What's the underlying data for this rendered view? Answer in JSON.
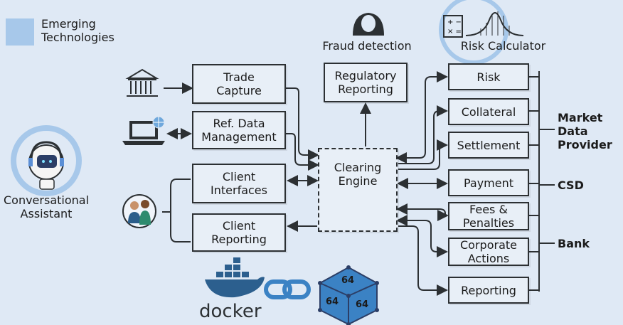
{
  "legend": {
    "label": "Emerging\nTechnologies",
    "swatch_color": "#a7c8ea"
  },
  "icons": {
    "fraud": {
      "icon": "hacker-icon",
      "label": "Fraud detection"
    },
    "risk_calc": {
      "icon": "calculator-bell-curve-icon",
      "label": "Risk Calculator"
    },
    "assistant": {
      "icon": "robot-icon",
      "label": "Conversational\nAssistant"
    },
    "bank_building": {
      "icon": "bank-building-icon"
    },
    "laptop": {
      "icon": "laptop-globe-icon"
    },
    "clients": {
      "icon": "people-icon"
    },
    "docker": {
      "icon": "docker-whale-icon",
      "label": "docker"
    },
    "link": {
      "icon": "chain-link-icon"
    },
    "hexagon": {
      "icon": "hexagon-cube-icon",
      "values": [
        "64",
        "64",
        "64"
      ]
    }
  },
  "boxes": {
    "trade_capture": "Trade\nCapture",
    "ref_data": "Ref. Data\nManagement",
    "client_interfaces": "Client\nInterfaces",
    "client_reporting": "Client\nReporting",
    "regulatory": "Regulatory\nReporting",
    "clearing": "Clearing\nEngine",
    "risk": "Risk",
    "collateral": "Collateral",
    "settlement": "Settlement",
    "payment": "Payment",
    "fees": "Fees &\nPenalties",
    "corporate": "Corporate\nActions",
    "reporting": "Reporting"
  },
  "external": {
    "market_data": "Market\nData\nProvider",
    "csd": "CSD",
    "bank": "Bank"
  },
  "colors": {
    "background": "#dfe9f5",
    "box_fill": "#e8eff7",
    "stroke": "#2c3033",
    "accent_blue": "#3b82c4"
  }
}
